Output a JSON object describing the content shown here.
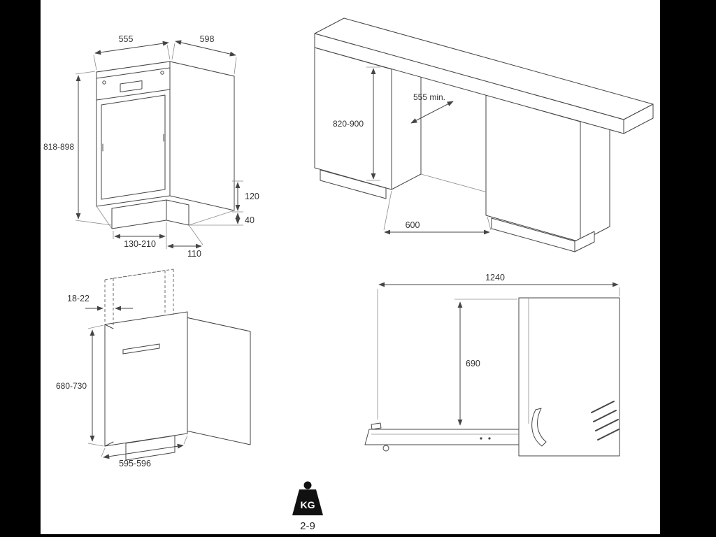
{
  "page": {
    "background": "#000000",
    "canvas": "#ffffff"
  },
  "colors": {
    "line": "#454545",
    "line_light": "#8c8c8c",
    "text": "#333333",
    "icon": "#111111"
  },
  "drawings": {
    "semi_integrated": {
      "dims": {
        "width": "555",
        "depth": "598",
        "height": "818-898",
        "base_height": "120",
        "base_setback": "40",
        "plinth_range": "130-210",
        "plinth_depth": "110"
      }
    },
    "niche": {
      "dims": {
        "height": "820-900",
        "depth": "555 min.",
        "width": "600"
      }
    },
    "fully_integrated": {
      "dims": {
        "panel_thickness": "18-22",
        "panel_height": "680-730",
        "panel_width": "595-596"
      }
    },
    "door_open": {
      "dims": {
        "overall_depth": "1240",
        "door_height": "690"
      }
    },
    "weight": {
      "unit_label": "KG",
      "value": "2-9"
    }
  }
}
